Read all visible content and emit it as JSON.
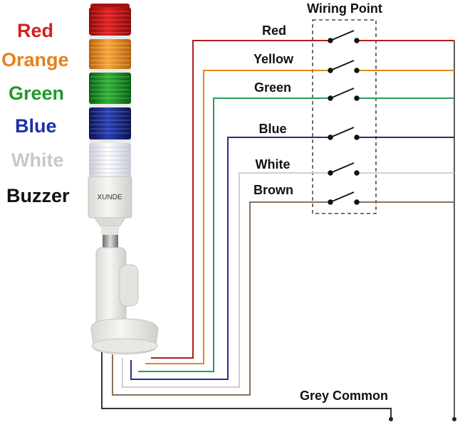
{
  "legend": {
    "red": "Red",
    "orange": "Orange",
    "green": "Green",
    "blue": "Blue",
    "white": "White",
    "buzzer": "Buzzer"
  },
  "device": {
    "brand": "XUNDE"
  },
  "wires": {
    "red": "Red",
    "yellow": "Yellow",
    "green": "Green",
    "blue": "Blue",
    "white": "White",
    "brown": "Brown",
    "common": "Grey Common"
  },
  "box_title": "Wiring Point",
  "colors": {
    "red": "#b01e1e",
    "orange": "#e08a1e",
    "green": "#22a05a",
    "blue": "#1f2f8a",
    "white": "#cfcfcf",
    "brown": "#8a7256",
    "common": "#333333",
    "legend_red": "#d42020",
    "legend_orange": "#e6801e",
    "legend_green": "#1e9a2a",
    "legend_blue": "#1c2fa8",
    "legend_white": "#c8c8c8",
    "legend_buzzer": "#111111"
  }
}
